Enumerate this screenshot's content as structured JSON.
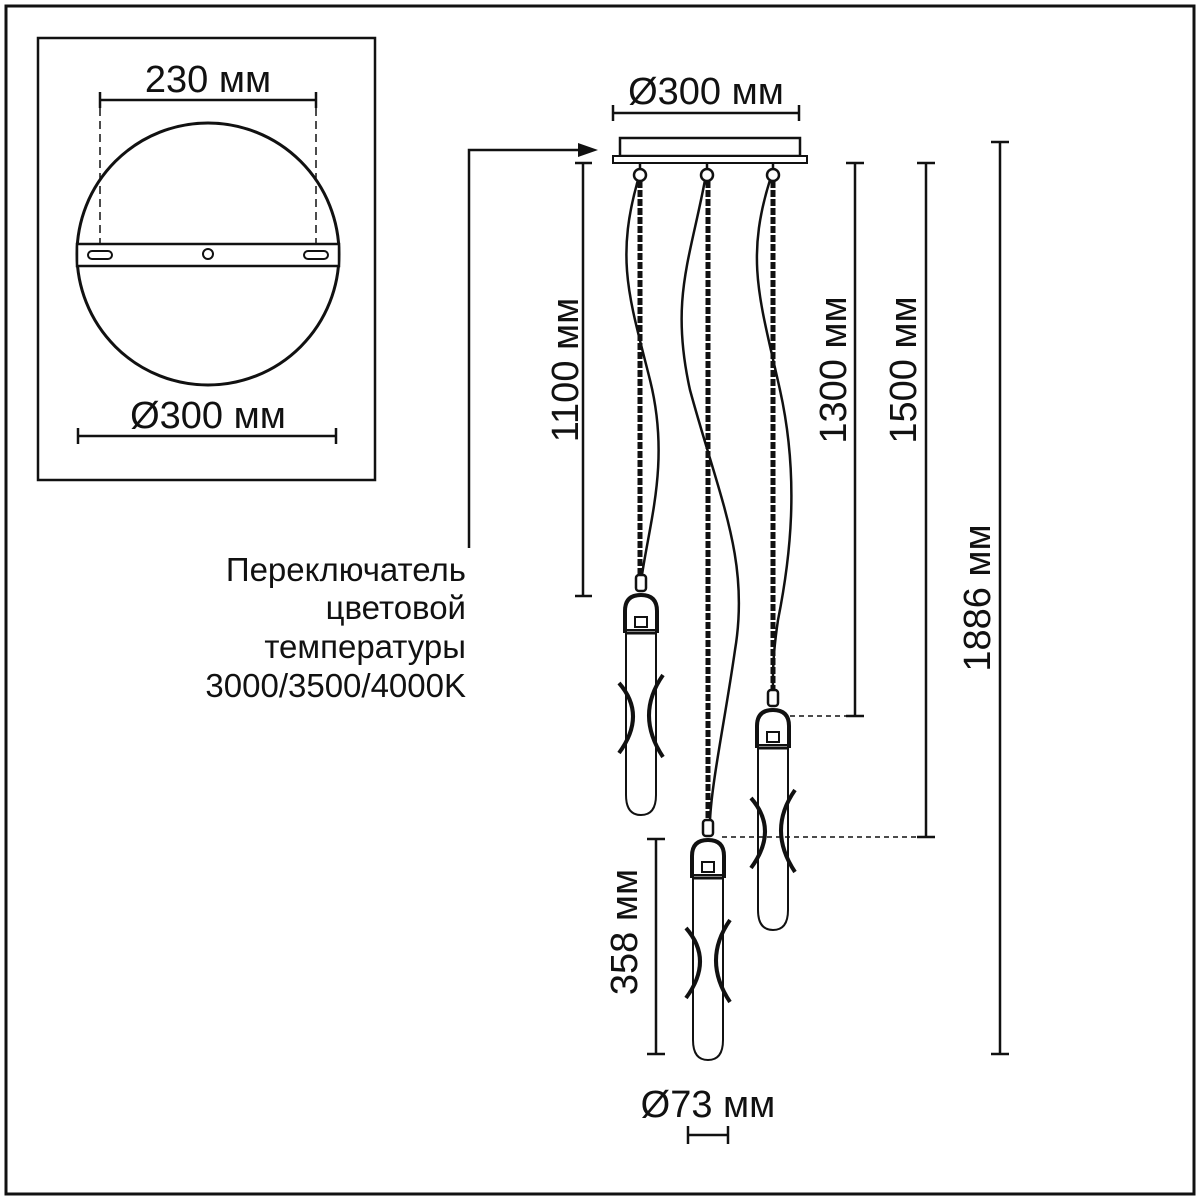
{
  "top_view": {
    "mount_spacing": "230 мм",
    "canopy_diameter": "Ø300 мм"
  },
  "side_view": {
    "canopy_diameter": "Ø300 мм",
    "cord_length_short": "1100 мм",
    "cord_length_mid": "1300 мм",
    "cord_length_long": "1500 мм",
    "total_height": "1886 мм",
    "shade_height": "358 мм",
    "shade_diameter": "Ø73 мм"
  },
  "note": {
    "line1": "Переключатель",
    "line2": "цветовой",
    "line3": "температуры",
    "line4": "3000/3500/4000K"
  },
  "colors": {
    "line": "#111111",
    "background": "#ffffff"
  }
}
